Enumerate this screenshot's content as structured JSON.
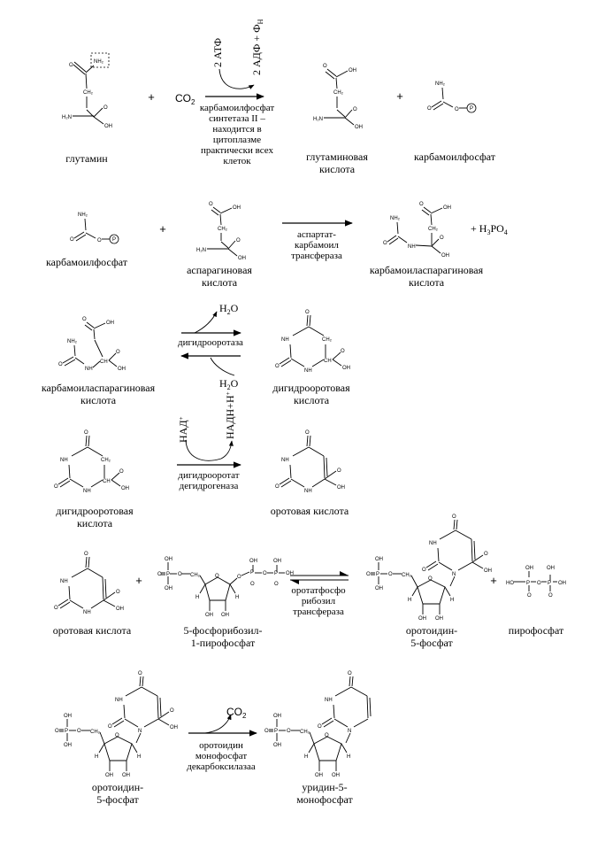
{
  "reactions": [
    {
      "plus": "+",
      "co2": "CO",
      "co2_sub": "2",
      "cofactor_in": "2 АТФ",
      "cofactor_out": "2 АДФ + Ф",
      "cofactor_out_sub": "Н",
      "enzyme": [
        "карбамоилфосфат",
        "синтетаза II –",
        "находится в",
        "цитоплазме",
        "практически всех",
        "клеток"
      ],
      "substrate": [
        "глутамин"
      ],
      "product1": [
        "глутаминовая",
        "кислота"
      ],
      "product2": [
        "карбамоилфосфат"
      ]
    },
    {
      "plus": "+",
      "enzyme": [
        "аспартат-",
        "карбамоил",
        "трансфераза"
      ],
      "substrate1": [
        "карбамоилфосфат"
      ],
      "substrate2": [
        "аспарагиновая",
        "кислота"
      ],
      "product": [
        "карбамоиласпарагиновая",
        "кислота"
      ],
      "side_product": "+ H",
      "side_sub1": "3",
      "side_mid": "PO",
      "side_sub2": "4"
    },
    {
      "water_top": "H",
      "water_top_sub": "2",
      "water_top_end": "O",
      "water_bottom": "H",
      "water_bottom_sub": "2",
      "water_bottom_end": "O",
      "enzyme": [
        "дигидрооротаза"
      ],
      "substrate": [
        "карбамоиласпарагиновая",
        "кислота"
      ],
      "product": [
        "дигидрооротовая",
        "кислота"
      ]
    },
    {
      "cofactor_in": "НАД",
      "cofactor_out": "НАДН+Н",
      "enzyme": [
        "дигидрооротат",
        "дегидрогеназа"
      ],
      "substrate": [
        "дигидрооротовая",
        "кислота"
      ],
      "product": [
        "оротовая кислота"
      ]
    },
    {
      "plus": "+",
      "enzyme": [
        "оротатфосфо",
        "рибозил",
        "трансфераза"
      ],
      "substrate1": [
        "оротовая кислота"
      ],
      "substrate2": [
        "5-фосфорибозил-",
        "1-пирофосфат"
      ],
      "product1": [
        "оротоидин-",
        "5-фосфат"
      ],
      "product2": [
        "пирофосфат"
      ]
    },
    {
      "co2": "CO",
      "co2_sub": "2",
      "enzyme": [
        "оротоидин",
        "монофосфат",
        "декарбоксилазаа"
      ],
      "substrate": [
        "оротоидин-",
        "5-фосфат"
      ],
      "product": [
        "уридин-5-",
        "монофосфат"
      ]
    }
  ],
  "atoms": {
    "O": "O",
    "OH": "OH",
    "NH2": "NH₂",
    "NH": "NH",
    "N": "N",
    "H2N": "H₂N",
    "C": "C",
    "CH": "CH",
    "CH2": "CH₂",
    "P": "P",
    "H": "H",
    "HO": "HO"
  }
}
